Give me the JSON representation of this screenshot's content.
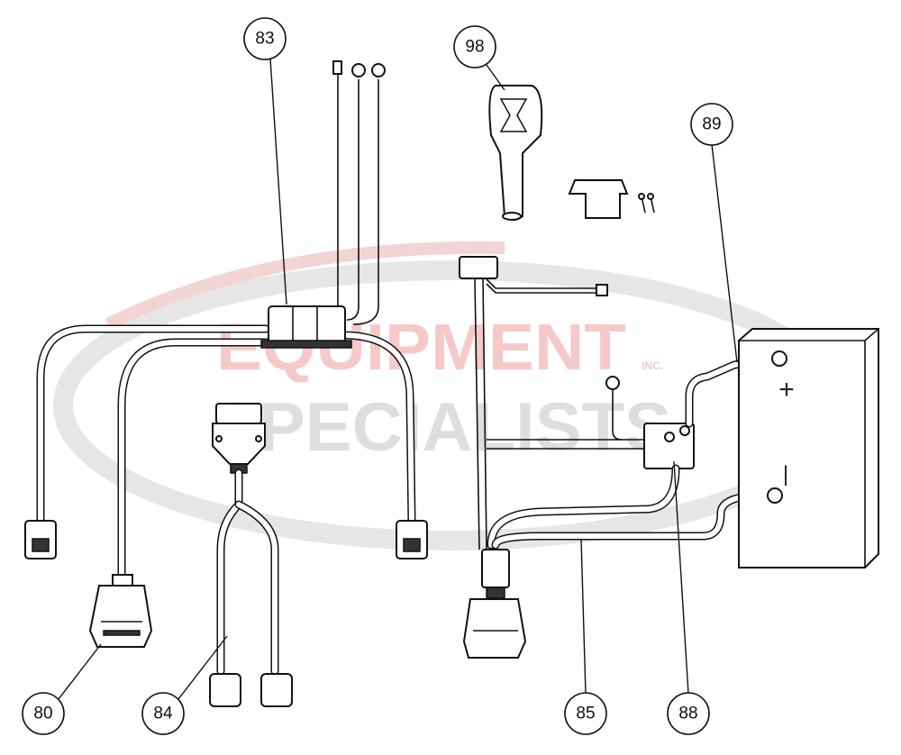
{
  "watermark": {
    "line1": "EQUIPMENT",
    "line2": "SPECIALISTS",
    "suffix": "INC."
  },
  "callouts": {
    "c83": "83",
    "c98": "98",
    "c89": "89",
    "c80": "80",
    "c84": "84",
    "c85": "85",
    "c88": "88"
  },
  "battery": {
    "positive": "+",
    "negative": "|"
  },
  "colors": {
    "watermark_red": "#f6c9c9",
    "watermark_gray": "#dedede",
    "line": "#111111"
  }
}
